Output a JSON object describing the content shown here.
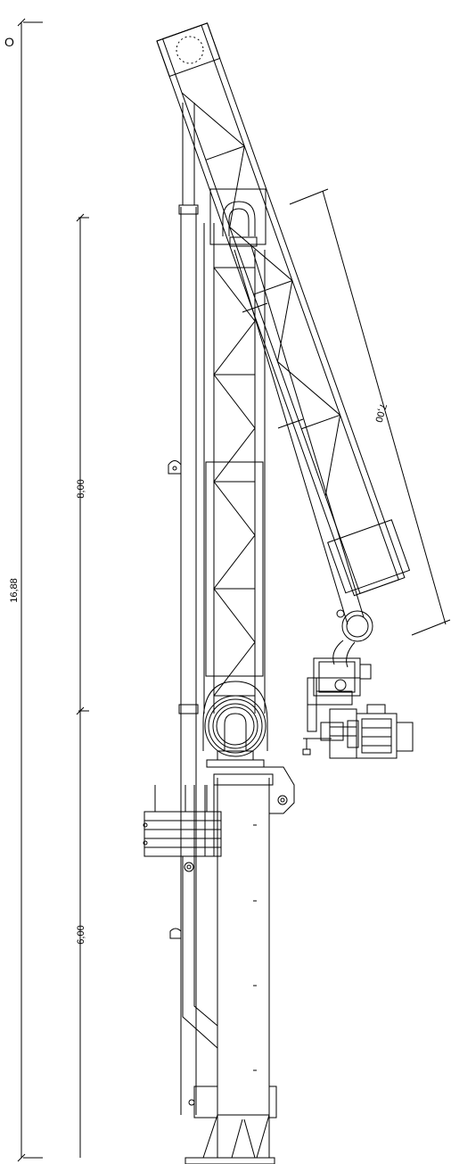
{
  "drawing": {
    "corner_label": "O",
    "dimensions": {
      "total_height": "16,88",
      "upper_span": "8,00",
      "lower_span": "6,00",
      "boom_length": "7,00"
    },
    "line_color": "#000000",
    "background": "#ffffff"
  }
}
